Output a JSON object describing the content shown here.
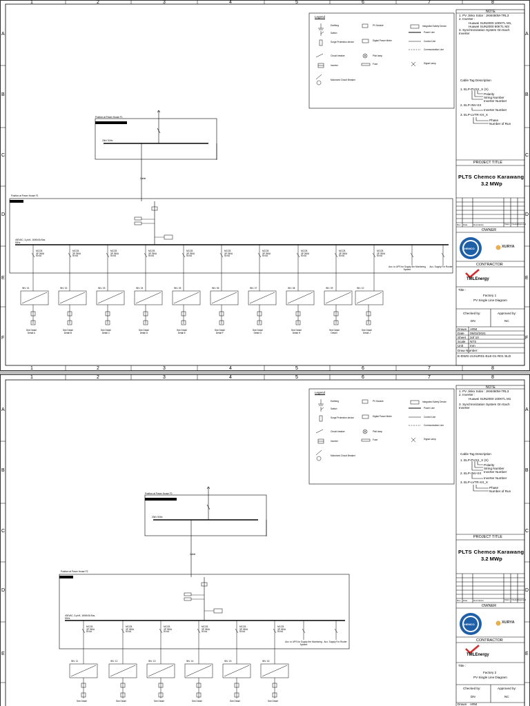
{
  "columns": [
    "1",
    "2",
    "3",
    "4",
    "5",
    "6",
    "7",
    "8"
  ],
  "rows": [
    "A",
    "B",
    "C",
    "D",
    "E",
    "F"
  ],
  "legend": {
    "title": "Legend",
    "items": [
      "Earthing",
      "Switch",
      "Surge Protection device",
      "Circuit breaker",
      "Inverter",
      "Motorized Circuit Breaker",
      "PV Module",
      "Digital Power Meter",
      "Pilot lamp",
      "Fuse",
      "Integrated Safety Device",
      "Power Line",
      "Control Line",
      "Communication Line",
      "Signal Lamp"
    ]
  },
  "notes": {
    "title": "NOTE",
    "sheet1": [
      "1. PV Jinko Solar : JKM460M-7RL3",
      "2. Inverter :",
      "Huawei SUN2000 100KTL M1,",
      "Huawei SUN2000 60KTL M3",
      "3. Synchronization System On Each",
      "Inverter"
    ],
    "sheet2": [
      "1. PV Jinko Solar : JKM460M-7RL3",
      "2. Inverter :",
      "Huawei SUN2000 100KTL M1",
      "3. Synchronization System On Each",
      "Inverter"
    ]
  },
  "cable_tag": {
    "title": "Cable Tag Description",
    "l1": "1. ELP-PVXX_X (X)",
    "l1a": "Polarity",
    "l1b": "String Number",
    "l1c": "Inverter Number",
    "l2": "2. ELP-INV-XX",
    "l2a": "Inverter Number",
    "l3": "3. ELP-LVTR-XX_X",
    "l3a": "Phase",
    "l3b": "Number of Run"
  },
  "project": {
    "header": "PROJECT TITLE",
    "title_line1": "PLTS Chemco Karawang",
    "title_line2": "3.2 MWp",
    "rev_cols": [
      "Rev.",
      "Date",
      "Description",
      "Drawn",
      "Checked",
      "Approved"
    ],
    "owner": "OWNER",
    "owner_logo": "CHEMCO",
    "partner_logo": "XURYA",
    "contractor": "CONTRACTOR",
    "contractor_logo": "TMLEnergy",
    "title_label": "Title :",
    "checked_by": "Checked by:",
    "approved_by": "Approved by:",
    "checked_name": "DN",
    "approved_name": "NC",
    "drawn_label": "Drawn",
    "drawn_val": "ARM",
    "date_label": "Date",
    "date_val": "05/02/2021",
    "sheet_label": "Sheet",
    "sheet_val": "2of 10",
    "scale_label": "Scale",
    "scale_val": "NTS",
    "unit_label": "Unit",
    "unit_val": "mm",
    "dwg_label": "Draw Number:",
    "dwg_val": "E-DWG-21XUR01-ELE-01 R01 SLD"
  },
  "sheet1": {
    "title1": "Factory 1",
    "title2": "PV Single Line Diagram",
    "power_house_top": "Position at Power House F1",
    "power_house_panel": "Position at Power House F1",
    "busbar": "400VAC, 3-ph/4, 1600kVA Bus, 50Hz",
    "top_bus": "20kV 50Hz",
    "cable": "Cable",
    "inverters": [
      "INV. 01",
      "INV. 02",
      "INV. 03",
      "INV. 04",
      "INV. 05",
      "INV. 06",
      "INV. 07",
      "INV. 08",
      "INV. 09",
      "INV. 10"
    ],
    "mccb": [
      "MCCB",
      "3P 250A",
      "50 kA"
    ],
    "aux": [
      "Aux. to UPS for Supply the Monitoring System",
      "Aux. Supply For Router"
    ],
    "details": [
      "Detail A",
      "Detail B",
      "Detail C",
      "Detail D",
      "Detail E",
      "Detail F",
      "Detail G",
      "Detail H",
      "Detail I",
      "Detail J"
    ],
    "see_detail": "See Detail"
  },
  "sheet2": {
    "title1": "Factory 2",
    "title2": "PV Single Line Diagram",
    "power_house_top": "Position at Power House F2",
    "power_house_panel": "Position at Power House F2",
    "busbar": "400VAC, 3-ph/4, 1600kVA Bus, 50Hz",
    "top_bus": "20kV 50Hz",
    "cable": "Cable",
    "inverters": [
      "INV. 11",
      "INV. 12",
      "INV. 13",
      "INV. 14",
      "INV. 15",
      "INV. 16"
    ],
    "aux": [
      "Aux. to UPS for Supply the Monitoring System",
      "Aux. Supply For Router"
    ],
    "see_detail": "See Detail"
  }
}
